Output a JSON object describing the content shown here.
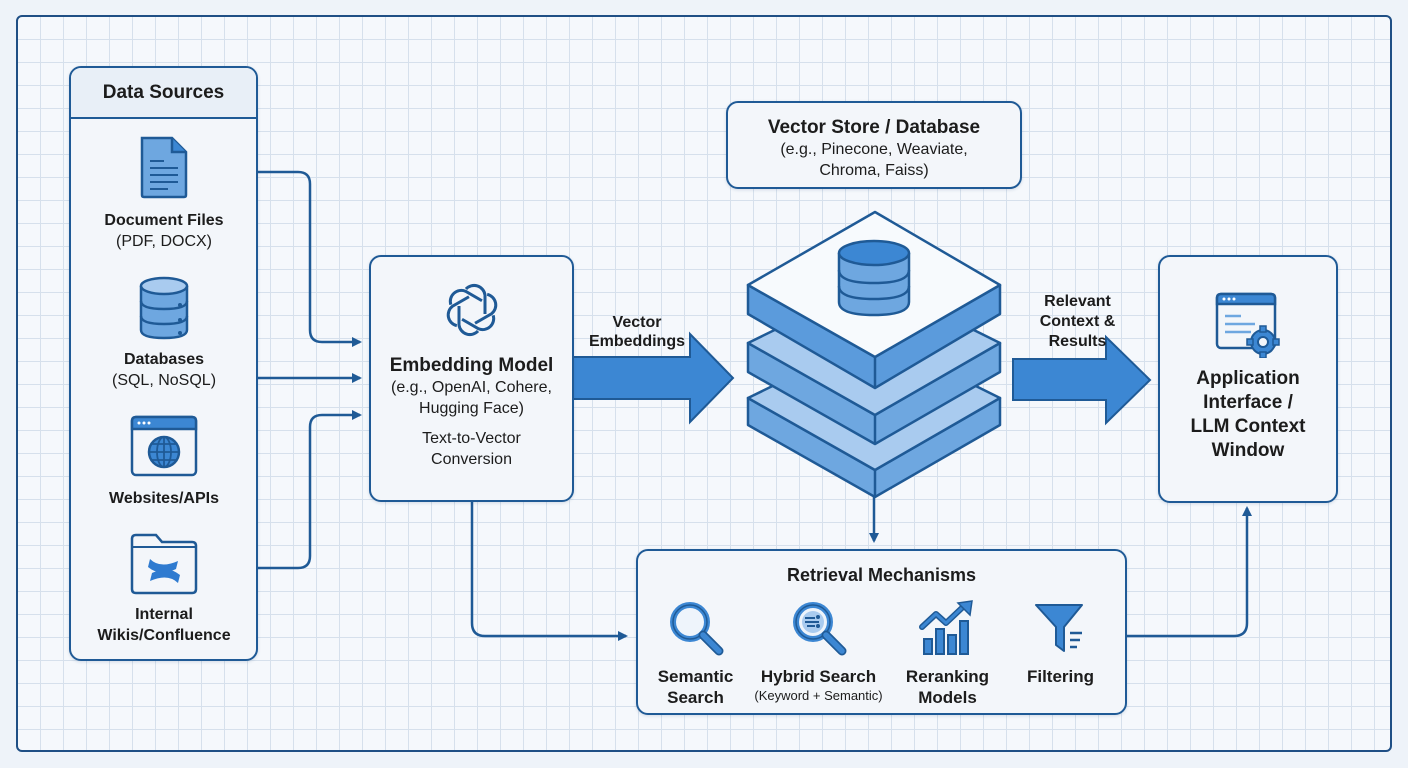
{
  "diagram": {
    "colors": {
      "stroke": "#1f5a96",
      "fill_blue": "#3c87d3",
      "fill_light": "#a9cbef",
      "background": "#f5f8fc",
      "grid": "#d6e0ec"
    },
    "data_sources": {
      "title": "Data Sources",
      "items": [
        {
          "icon": "document-icon",
          "title": "Document Files",
          "subtitle": "(PDF, DOCX)"
        },
        {
          "icon": "database-icon",
          "title": "Databases",
          "subtitle": "(SQL, NoSQL)"
        },
        {
          "icon": "globe-window-icon",
          "title": "Websites/APIs",
          "subtitle": ""
        },
        {
          "icon": "confluence-folder-icon",
          "title": "Internal",
          "subtitle": "Wikis/Confluence"
        }
      ]
    },
    "embedding_model": {
      "icon": "openai-logo-icon",
      "title": "Embedding Model",
      "examples_line1": "(e.g., OpenAI, Cohere,",
      "examples_line2": "Hugging Face)",
      "note_line1": "Text-to-Vector",
      "note_line2": "Conversion"
    },
    "arrow_vector_embeddings": {
      "line1": "Vector",
      "line2": "Embeddings"
    },
    "vector_store": {
      "title": "Vector Store / Database",
      "examples_line1": "(e.g., Pinecone, Weaviate,",
      "examples_line2": "Chroma, Faiss)",
      "icon": "stacked-layers-database-icon"
    },
    "arrow_relevant_context": {
      "line1": "Relevant",
      "line2": "Context &",
      "line3": "Results"
    },
    "application": {
      "icon": "app-window-gear-icon",
      "line1": "Application",
      "line2": "Interface /",
      "line3": "LLM Context",
      "line4": "Window"
    },
    "retrieval": {
      "title": "Retrieval Mechanisms",
      "items": [
        {
          "icon": "magnifier-icon",
          "title_line1": "Semantic",
          "title_line2": "Search",
          "subtitle": ""
        },
        {
          "icon": "hybrid-search-icon",
          "title_line1": "Hybrid Search",
          "title_line2": "",
          "subtitle": "(Keyword + Semantic)"
        },
        {
          "icon": "reranking-chart-icon",
          "title_line1": "Reranking",
          "title_line2": "Models",
          "subtitle": ""
        },
        {
          "icon": "filter-funnel-icon",
          "title_line1": "Filtering",
          "title_line2": "",
          "subtitle": ""
        }
      ]
    }
  }
}
